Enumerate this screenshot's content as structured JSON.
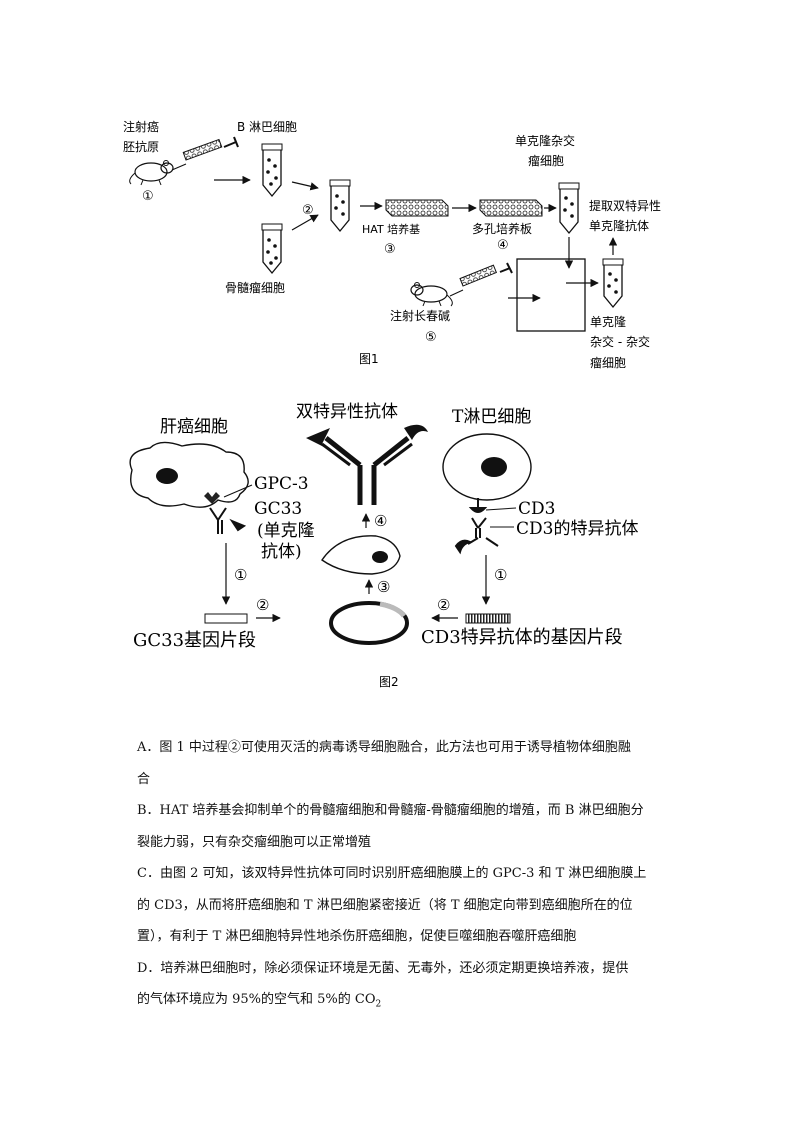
{
  "figure1": {
    "caption": "图1",
    "labels": {
      "inject_antigen_1": "注射癌",
      "inject_antigen_2": "胚抗原",
      "step1": "①",
      "b_cell": "B 淋巴细胞",
      "myeloma": "骨髓瘤细胞",
      "step2": "②",
      "hat": "HAT 培养基",
      "step3": "③",
      "plate": "多孔培养板",
      "step4": "④",
      "mono_hybrid_1": "单克隆杂交",
      "mono_hybrid_2": "瘤细胞",
      "extract_1": "提取双特异性",
      "extract_2": "单克隆抗体",
      "vincristine": "注射长春碱",
      "step5": "⑤",
      "result_1": "单克隆",
      "result_2": "杂交 - 杂交",
      "result_3": "瘤细胞"
    }
  },
  "figure2": {
    "caption": "图2",
    "labels": {
      "liver_cell": "肝癌细胞",
      "bispecific": "双特异性抗体",
      "t_cell": "T淋巴细胞",
      "gpc3": "GPC-3",
      "gc33": "GC33",
      "gc33_note_1": "(单克隆",
      "gc33_note_2": "抗体)",
      "cd3": "CD3",
      "cd3_antibody": "CD3的特异抗体",
      "gc33_gene": "GC33基因片段",
      "cd3_gene": "CD3特异抗体的基因片段",
      "step1_left": "①",
      "step2_left": "②",
      "step1_right": "①",
      "step2_right": "②",
      "step3": "③",
      "step4": "④"
    }
  },
  "options": {
    "A_1": "A．图 1 中过程②可使用灭活的病毒诱导细胞融合，此方法也可用于诱导植物体细胞融",
    "A_2": "合",
    "B_1": "B．HAT 培养基会抑制单个的骨髓瘤细胞和骨髓瘤-骨髓瘤细胞的增殖，而 B 淋巴细胞分",
    "B_2": "裂能力弱，只有杂交瘤细胞可以正常增殖",
    "C_1": "C．由图 2 可知，该双特异性抗体可同时识别肝癌细胞膜上的 GPC-3 和 T 淋巴细胞膜上",
    "C_2": "的 CD3，从而将肝癌细胞和 T 淋巴细胞紧密接近（将 T 细胞定向带到癌细胞所在的位",
    "C_3": "置），有利于 T 淋巴细胞特异性地杀伤肝癌细胞，促使巨噬细胞吞噬肝癌细胞",
    "D_1": "D．培养淋巴细胞时，除必须保证环境是无菌、无毒外，还必须定期更换培养液，提供",
    "D_2a": "的气体环境应为 95%的空气和 5%的 CO",
    "D_2sub": "2"
  }
}
